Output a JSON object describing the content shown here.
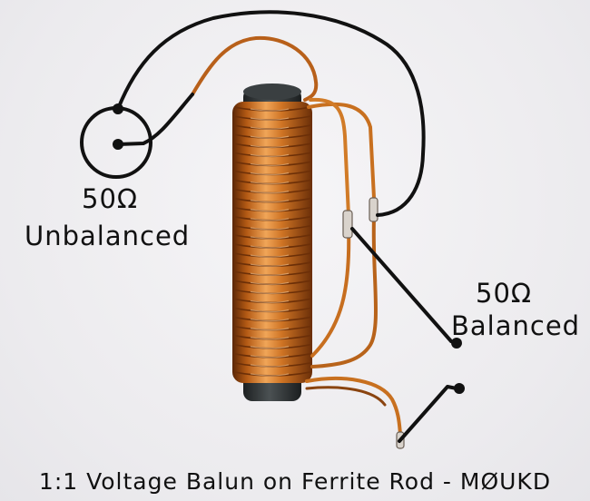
{
  "unbalanced": {
    "impedance": "50Ω",
    "label": "Unbalanced"
  },
  "balanced": {
    "impedance": "50Ω",
    "label": "Balanced"
  },
  "caption": "1:1 Voltage Balun on Ferrite Rod - MØUKD",
  "colors": {
    "copper": "#c8701f",
    "copper_dark": "#7a3a0c",
    "ferrite": "#2f3334",
    "ink": "#111111"
  },
  "winding_turns": 30
}
